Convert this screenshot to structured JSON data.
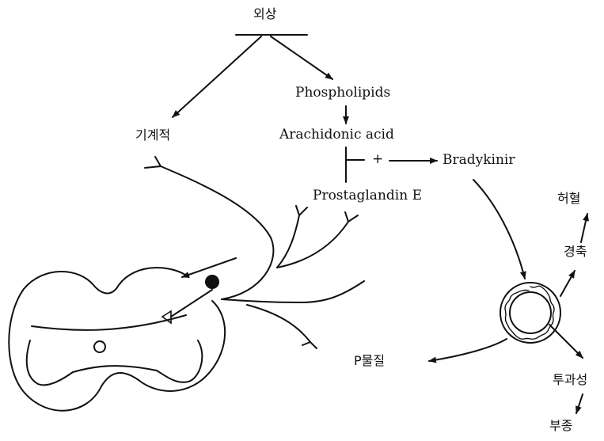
{
  "labels": {
    "trauma": "외상",
    "phospholipids": "Phospholipids",
    "mechanical": "기계적",
    "arachidonic_acid": "Arachidonic acid",
    "plus": "+",
    "bradykinin": "Bradykinir",
    "prostaglandin_e": "Prostaglandin E",
    "hemorrhage": "허혈",
    "spasm": "경축",
    "substance_p": "P물질",
    "permeability": "투과성",
    "edema": "부종"
  },
  "colors": {
    "ink": "#111111",
    "background": "#ffffff"
  }
}
